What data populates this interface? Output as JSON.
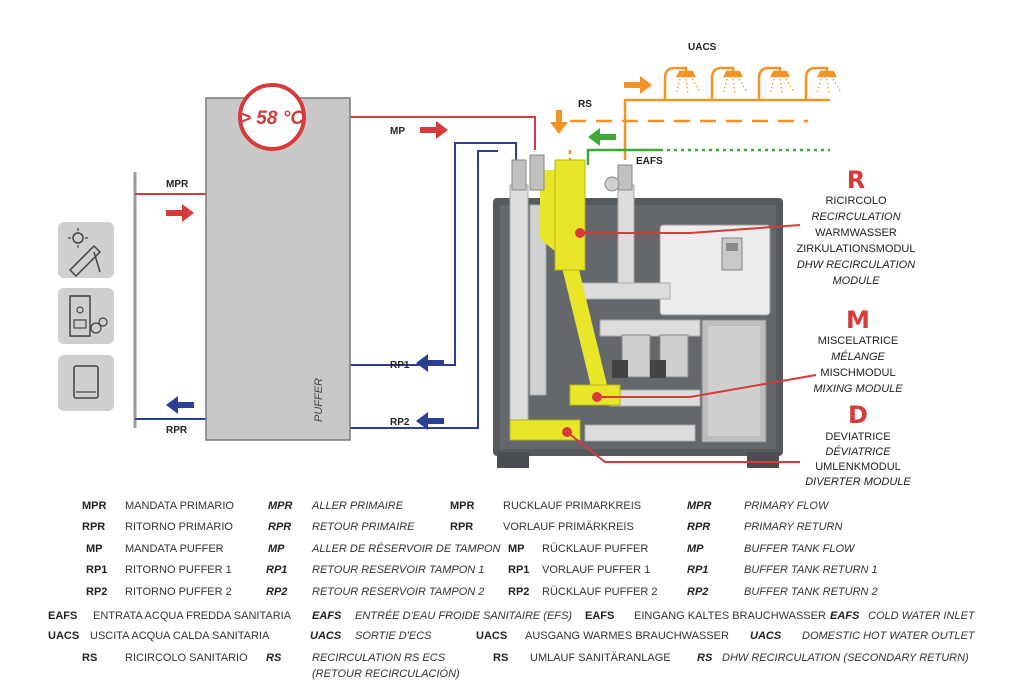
{
  "temperature_badge": "> 58 °C",
  "puffer_label": "PUFFER",
  "pipe_labels": {
    "mpr": "MPR",
    "rpr": "RPR",
    "mp": "MP",
    "rp1": "RP1",
    "rp2": "RP2",
    "rs": "RS",
    "uacs": "UACS",
    "eafs": "EAFS"
  },
  "modules": {
    "r": {
      "letter": "R",
      "lines": [
        "RICIRCOLO",
        "RECIRCULATION",
        "WARMWASSER",
        "ZIRKULATIONSMODUL",
        "DHW RECIRCULATION",
        "MODULE"
      ]
    },
    "m": {
      "letter": "M",
      "lines": [
        "MISCELATRICE",
        "MÉLANGE",
        "MISCHMODUL",
        "MIXING MODULE"
      ]
    },
    "d": {
      "letter": "D",
      "lines": [
        "DEVIATRICE",
        "DÉVIATRICE",
        "UMLENKMODUL",
        "DIVERTER MODULE"
      ]
    }
  },
  "sources": [
    "solar-panel-icon",
    "boiler-icon",
    "wall-heater-icon"
  ],
  "colors": {
    "red": "#d63a3a",
    "blue": "#2a3f95",
    "orange": "#f39325",
    "green": "#3aaa35",
    "yellow": "#e9e62a",
    "tank": "#c8c8c8",
    "cabinet": "#555a5f"
  },
  "legend_top": [
    [
      {
        "code": "MPR",
        "text": "MANDATA PRIMARIO"
      },
      {
        "code": "MPR",
        "text": "ALLER PRIMAIRE"
      },
      {
        "code": "MPR",
        "text": "RUCKLAUF PRIMARKREIS"
      },
      {
        "code": "MPR",
        "text": "PRIMARY FLOW"
      }
    ],
    [
      {
        "code": "RPR",
        "text": "RITORNO PRIMARIO"
      },
      {
        "code": "RPR",
        "text": "RETOUR PRIMAIRE"
      },
      {
        "code": "RPR",
        "text": "VORLAUF PRIMÄRKREIS"
      },
      {
        "code": "RPR",
        "text": "PRIMARY RETURN"
      }
    ],
    [
      {
        "code": "MP",
        "text": "MANDATA PUFFER"
      },
      {
        "code": "MP",
        "text": "ALLER DE RÉSERVOIR DE TAMPON"
      },
      {
        "code": "MP",
        "text": "RÜCKLAUF PUFFER"
      },
      {
        "code": "MP",
        "text": "BUFFER TANK FLOW"
      }
    ],
    [
      {
        "code": "RP1",
        "text": "RITORNO PUFFER 1"
      },
      {
        "code": "RP1",
        "text": "RETOUR RESERVOIR TAMPON 1"
      },
      {
        "code": "RP1",
        "text": "VORLAUF PUFFER 1"
      },
      {
        "code": "RP1",
        "text": "BUFFER TANK RETURN 1"
      }
    ],
    [
      {
        "code": "RP2",
        "text": "RITORNO PUFFER 2"
      },
      {
        "code": "RP2",
        "text": "RETOUR RESERVOIR TAMPON 2"
      },
      {
        "code": "RP2",
        "text": "RÜCKLAUF PUFFER 2"
      },
      {
        "code": "RP2",
        "text": "BUFFER TANK RETURN 2"
      }
    ]
  ],
  "legend_bottom": [
    [
      {
        "code": "EAFS",
        "text": "ENTRATA ACQUA FREDDA SANITARIA"
      },
      {
        "code": "EAFS",
        "text": "ENTRÉE D'EAU FROIDE SANITAIRE (EFS)"
      },
      {
        "code": "EAFS",
        "text": "EINGANG KALTES BRAUCHWASSER"
      },
      {
        "code": "EAFS",
        "text": "COLD WATER INLET"
      }
    ],
    [
      {
        "code": "UACS",
        "text": "USCITA ACQUA CALDA SANITARIA"
      },
      {
        "code": "UACS",
        "text": "SORTIE D'ECS"
      },
      {
        "code": "UACS",
        "text": "AUSGANG WARMES BRAUCHWASSER"
      },
      {
        "code": "UACS",
        "text": "DOMESTIC HOT WATER OUTLET"
      }
    ],
    [
      {
        "code": "RS",
        "text": "RICIRCOLO SANITARIO"
      },
      {
        "code": "RS",
        "text": "RECIRCULATION RS ECS"
      },
      {
        "code": "RS",
        "text": "UMLAUF SANITÄRANLAGE"
      },
      {
        "code": "RS",
        "text": "DHW RECIRCULATION (SECONDARY  RETURN)"
      }
    ]
  ],
  "legend_rs_fr_extra": "(RETOUR RECIRCULACIÓN)"
}
